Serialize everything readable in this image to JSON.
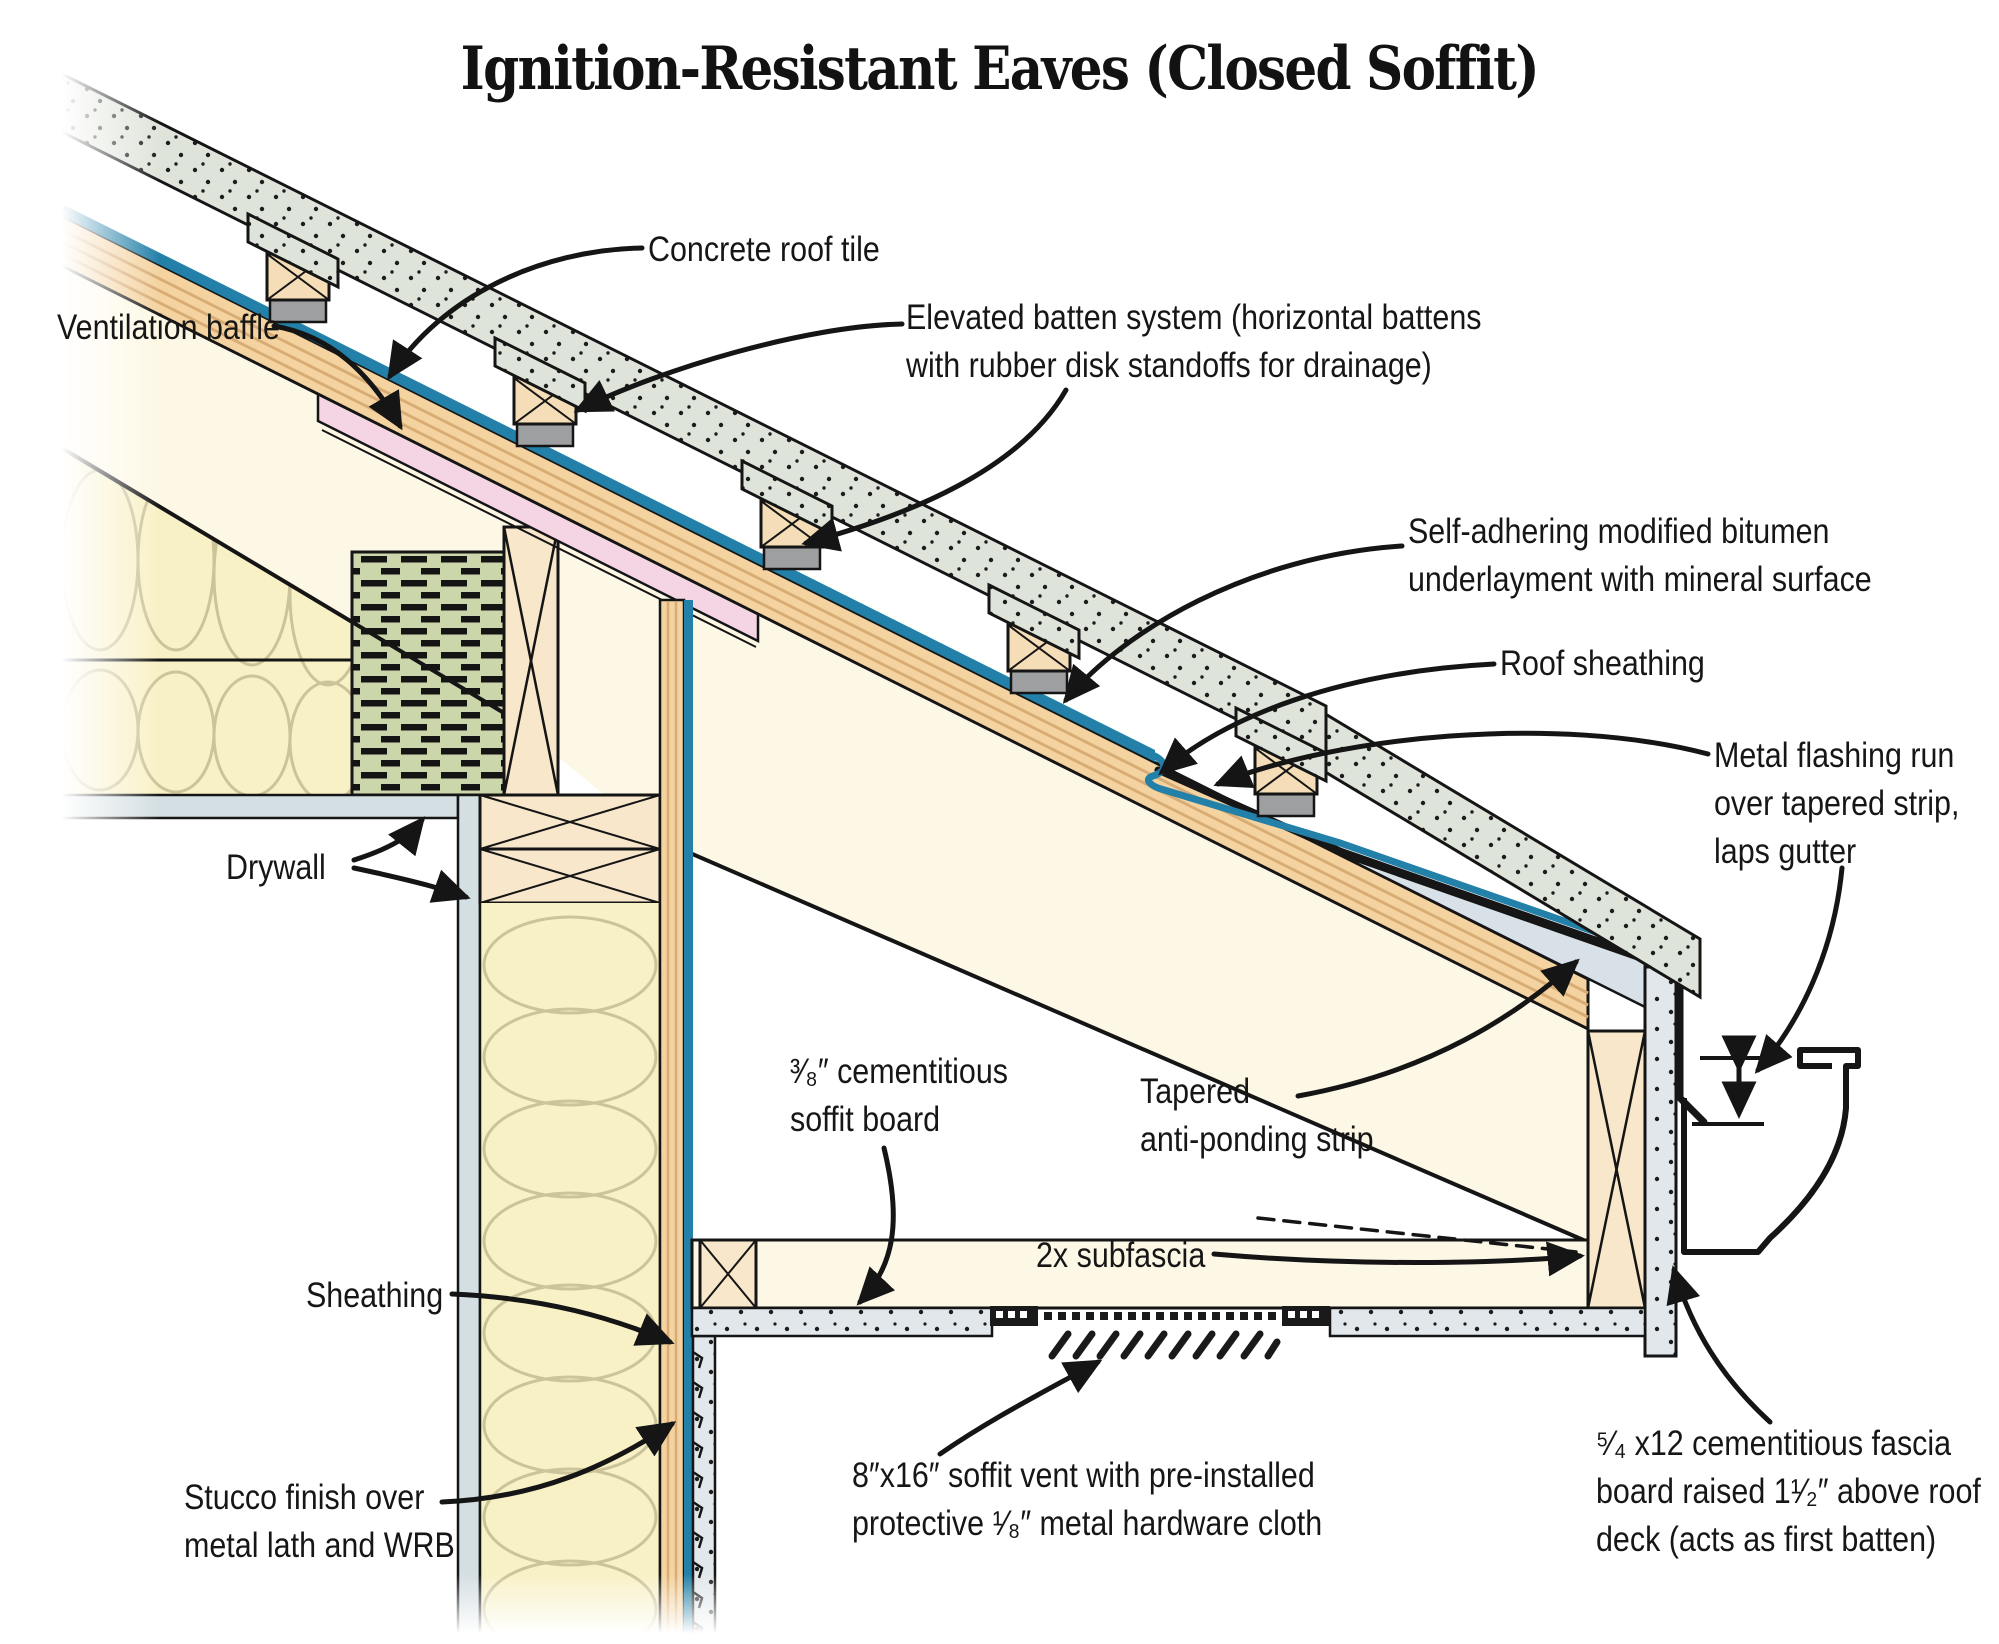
{
  "title": "Ignition-Resistant Eaves (Closed Soffit)",
  "labels": {
    "concrete_tile": "Concrete roof tile",
    "ventilation_baffle": "Ventilation baffle",
    "batten_line1": "Elevated batten system (horizontal battens",
    "batten_line2": "with rubber disk standoffs for drainage)",
    "underlayment_line1": "Self-adhering modified bitumen",
    "underlayment_line2": "underlayment with mineral surface",
    "roof_sheathing": "Roof sheathing",
    "flashing_line1": "Metal flashing run",
    "flashing_line2": "over tapered strip,",
    "flashing_line3": "laps gutter",
    "drywall": "Drywall",
    "soffit_board_line1": "³⁄₈″ cementitious",
    "soffit_board_line2": "soffit board",
    "tapered_line1": "Tapered",
    "tapered_line2": "anti-ponding strip",
    "subfascia": "2x subfascia",
    "sheathing": "Sheathing",
    "stucco_line1": "Stucco finish over",
    "stucco_line2": "metal lath and WRB",
    "vent_line1": "8″x16″ soffit vent with pre-installed",
    "vent_line2": "protective ¹⁄₈″ metal hardware cloth",
    "fascia_line1": "⁵⁄₄ x12 cementitious fascia",
    "fascia_line2": "board raised 1¹⁄₂″ above roof",
    "fascia_line3": "deck (acts as first batten)"
  },
  "colors": {
    "line": "#151515",
    "tile": "#dfe4da",
    "cementitious": "#e1e7ea",
    "sheathing_tan": "#f4d3a0",
    "wood_grain": "#d8ac74",
    "underlayment_blue": "#2380a8",
    "rafter_cream": "#fdf8e5",
    "insulation_yellow": "#f8f1c6",
    "insulation_loop": "#cbc39a",
    "vent_mesh_green": "#cbd6ab",
    "baffle_pink": "#f5d5e3",
    "framing_wood": "#f8e7cb",
    "rubber_disk": "#9e9fa1",
    "drywall_gray": "#d4dfe3"
  }
}
